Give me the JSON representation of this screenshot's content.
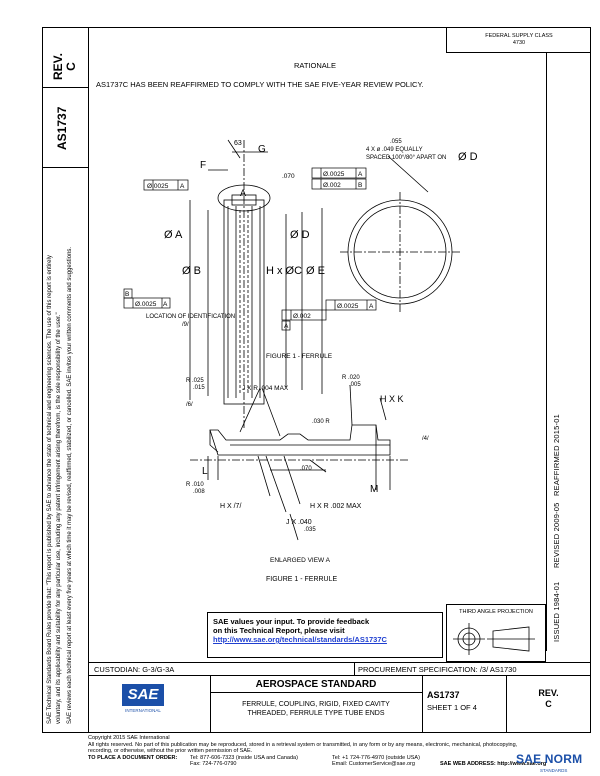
{
  "left_column": {
    "rev_label": "REV.",
    "rev_value": "C",
    "doc_number": "AS1737",
    "notice_line1": "SAE Technical Standards Board Rules provide that: \"This report is published by SAE to advance the state of technical and engineering sciences. The use of this report is entirely",
    "notice_line2": "voluntary, and its applicability and suitability for any particular use, including any patent infringement arising therefrom, is the sole responsibility of the user.\"",
    "notice_line3": "SAE reviews each technical report at least every five years at which time it may be revised, reaffirmed, stabilized, or cancelled. SAE invites your written comments and suggestions."
  },
  "header": {
    "federal_supply_class_label": "FEDERAL SUPPLY CLASS",
    "federal_supply_class_value": "4730"
  },
  "rationale": {
    "title": "RATIONALE",
    "text": "AS1737C HAS BEEN REAFFIRMED TO COMPLY WITH THE SAE FIVE-YEAR REVIEW POLICY."
  },
  "drawing": {
    "figure1": {
      "dim_63": "63",
      "label_g": "G",
      "label_f": "F",
      "label_a": "A",
      "dim_070": ".070",
      "fc_left_value": "Ø.0025",
      "fc_left_datum": "A",
      "fc_top1_value": "Ø.0025",
      "fc_top1_datum": "A",
      "fc_top2_value": "Ø.002",
      "fc_top2_datum": "B",
      "dia_a": "Ø A",
      "dia_b": "Ø B",
      "dia_c": "H x ØC",
      "dia_d": "Ø D",
      "dia_e": "Ø E",
      "datum_b": "B",
      "fc_bl_value": "Ø.0025",
      "fc_bl_datum": "A",
      "fc_br_value": "Ø.0025",
      "fc_br_datum": "A",
      "fc_mid_value": "Ø.002",
      "datum_a": "A",
      "loc_id": "LOCATION OF IDENTIFICATION",
      "loc_id_note": "/9/",
      "hole_055": ".055",
      "hole_note1": "4 X ø .049 EQUALLY",
      "hole_note2": "SPACED 100°/80° APART ON",
      "hole_dia_d": "Ø D",
      "caption": "FIGURE 1 - FERRULE"
    },
    "view_a": {
      "r_025": "R .025",
      "r_015": ".015",
      "j_note": "J X R .004 MAX",
      "r_020": "R .020",
      "r_005": ".005",
      "hxk": "H X K",
      "note6": "/6/",
      "dim_030r": ".030 R",
      "note4": "/4/",
      "label_l": "L",
      "dim_070": ".070",
      "label_m": "M",
      "r_010": "R .010",
      "r_008": ".008",
      "h7": "H X /7/",
      "hxr": "H X R .002 MAX",
      "j_040": "J X .040",
      "j_035": ".035",
      "caption": "ENLARGED VIEW A"
    },
    "caption2": "FIGURE 1 - FERRULE"
  },
  "side_history": {
    "issued": "ISSUED 1984-01",
    "revised": "REVISED 2009-05",
    "reaffirmed": "REAFFIRMED 2015-01"
  },
  "feedback": {
    "line1": "SAE values your input. To provide feedback",
    "line2": "on this Technical Report, please visit",
    "link": "http://www.sae.org/technical/standards/AS1737C"
  },
  "third_angle": {
    "label": "THIRD ANGLE PROJECTION"
  },
  "custodian": {
    "label": "CUSTODIAN: G-3/G-3A",
    "procurement": "PROCUREMENT SPECIFICATION: /3/ AS1730"
  },
  "title_block": {
    "logo": "SAE",
    "logo_sub": "INTERNATIONAL",
    "title": "AEROSPACE STANDARD",
    "desc_line1": "FERRULE, COUPLING, RIGID, FIXED CAVITY",
    "desc_line2": "THREADED, FERRULE TYPE TUBE ENDS",
    "doc_number": "AS1737",
    "sheet": "SHEET 1 OF 4",
    "rev_label": "REV.",
    "rev_value": "C"
  },
  "footer": {
    "copyright": "Copyright 2015 SAE International",
    "rights": "All rights reserved. No part of this publication may be reproduced, stored in a retrieval system or transmitted, in any form or by any means, electronic, mechanical, photocopying,",
    "rights2": "recording, or otherwise, without the prior written permission of SAE.",
    "order_label": "TO PLACE A DOCUMENT ORDER:",
    "tel1": "Tel: 877-606-7323 (inside USA and Canada)",
    "tel2": "Tel: +1 724-776-4970 (outside USA)",
    "fax": "Fax: 724-776-0790",
    "email": "Email: CustomerService@sae.org",
    "web": "SAE WEB ADDRESS: http://www.sae.org"
  },
  "watermark": {
    "text": "SAE NORM",
    "sub": "STANDARDS"
  }
}
